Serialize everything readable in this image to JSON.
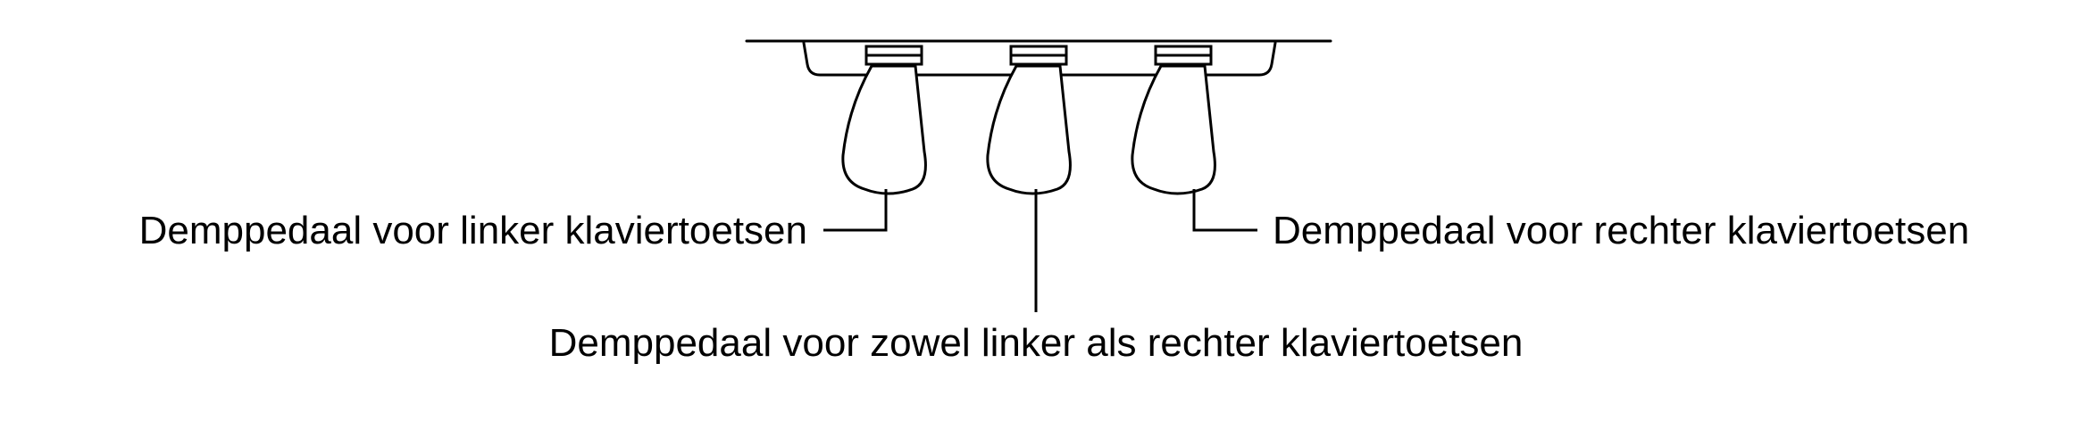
{
  "labels": {
    "left": "Demppedaal voor linker klaviertoetsen",
    "center": "Demppedaal voor zowel linker als rechter klaviertoetsen",
    "right": "Demppedaal voor rechter klaviertoetsen"
  },
  "colors": {
    "line": "#000000",
    "background": "#ffffff"
  }
}
